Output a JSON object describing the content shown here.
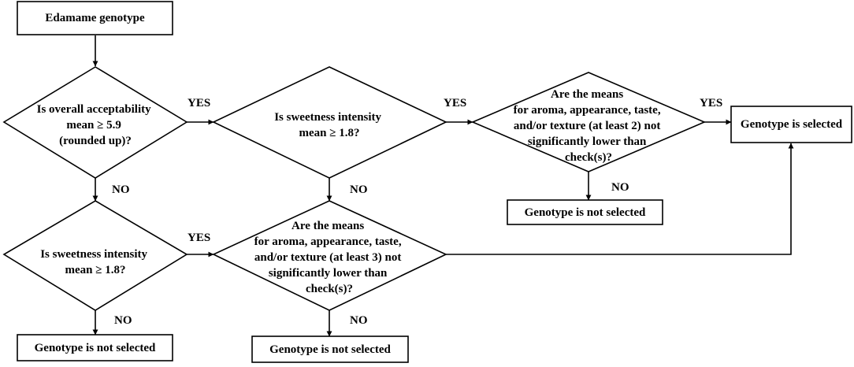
{
  "nodes": {
    "start": "Edamame genotype",
    "q_overall": [
      "Is overall acceptability",
      "mean ≥ 5.9",
      "(rounded up)?"
    ],
    "q_sweet_top": [
      "Is sweetness intensity",
      "mean ≥ 1.8?"
    ],
    "q_means_2": [
      "Are the means",
      "for aroma, appearance, taste,",
      "and/or texture (at least 2) not",
      "significantly lower than",
      "check(s)?"
    ],
    "selected": "Genotype is selected",
    "not_selected_top": "Genotype is not selected",
    "q_sweet_bottom": [
      "Is sweetness intensity",
      "mean ≥ 1.8?"
    ],
    "q_means_3": [
      "Are the means",
      "for aroma, appearance, taste,",
      "and/or texture (at least 3) not",
      "significantly lower than",
      "check(s)?"
    ],
    "not_selected_left": "Genotype is not selected",
    "not_selected_mid": "Genotype is not selected"
  },
  "edge_labels": {
    "yes_overall": "YES",
    "yes_sweet_top": "YES",
    "yes_means_2": "YES",
    "yes_sweet_bottom": "YES",
    "no_overall": "NO",
    "no_sweet_top": "NO",
    "no_means_2": "NO",
    "no_sweet_bottom": "NO",
    "no_means_3": "NO"
  }
}
